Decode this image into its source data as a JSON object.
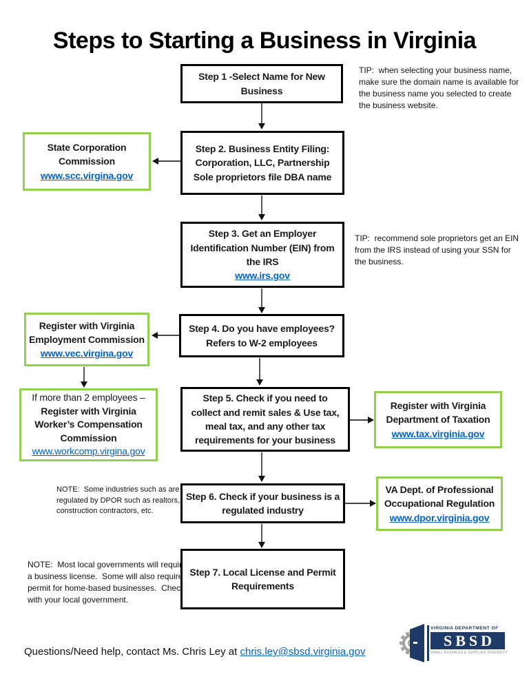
{
  "title": "Steps to Starting a Business in Virginia",
  "steps": {
    "step1": {
      "text": "Step 1 -Select Name for New\nBusiness"
    },
    "step2": {
      "text": "Step 2. Business Entity Filing:\nCorporation, LLC, Partnership\nSole proprietors file DBA name"
    },
    "step3": {
      "text": "Step 3. Get an Employer\nIdentification Number (EIN) from\nthe IRS",
      "link": "www.irs.gov"
    },
    "step4": {
      "text": "Step 4. Do you have employees?\nRefers to W-2 employees"
    },
    "step5": {
      "text": "Step 5. Check if you need to\ncollect and remit sales & Use tax,\nmeal tax, and any other tax\nrequirements for your business"
    },
    "step6": {
      "text": "Step 6. Check if your business is a\nregulated industry"
    },
    "step7": {
      "text": "Step 7. Local License and Permit\nRequirements"
    }
  },
  "side_boxes": {
    "scc": {
      "title": "State Corporation\nCommission",
      "link": "www.scc.virgina.gov"
    },
    "vec": {
      "title": "Register with Virginia\nEmployment Commission",
      "link": "www.vec.virgina.gov"
    },
    "workcomp": {
      "intro": "If more than 2 employees –",
      "title": "Register with Virginia\nWorker’s Compensation\nCommission",
      "link": "www.workcomp.virgina.gov"
    },
    "tax": {
      "title": "Register with Virginia\nDepartment of Taxation",
      "link": "www.tax.virginia.gov"
    },
    "dpor": {
      "title": "VA Dept. of Professional\nOccupational Regulation",
      "link": "www.dpor.virginia.gov"
    }
  },
  "tips": {
    "tip1": "TIP:  when selecting your business name,\nmake sure the domain name is available for\nthe business name you selected to create\nthe business website.",
    "tip2": "TIP:  recommend sole proprietors get an EIN\nfrom the IRS instead of using your SSN for\nthe business."
  },
  "notes": {
    "note1": "NOTE:  Some industries such as are\nregulated by DPOR such as realtors,\nconstruction contractors, etc.",
    "note2": "NOTE:  Most local governments will require\na business license.  Some will also require a\npermit for home-based businesses.  Check\nwith your local government."
  },
  "footer": {
    "text": "Questions/Need help, contact Ms. Chris Ley at ",
    "link": "chris.ley@sbsd.virginia.gov"
  },
  "logo": {
    "top": "VIRGINIA DEPARTMENT OF",
    "acronym": "SBSD",
    "bottom": "SMALL BUSINESS & SUPPLIER DIVERSITY"
  },
  "colors": {
    "green_border": "#92d050",
    "link_blue": "#0563c1",
    "navy": "#1e3a66"
  }
}
